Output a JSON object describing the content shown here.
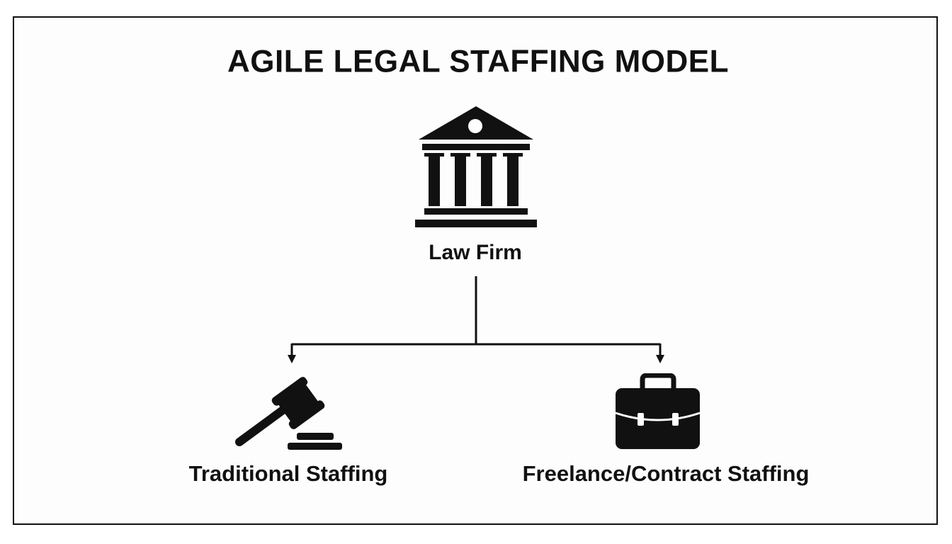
{
  "title": "AGILE LEGAL STAFFING MODEL",
  "nodes": {
    "root": {
      "label": "Law Firm",
      "icon": "bank-building-icon"
    },
    "left": {
      "label": "Traditional Staffing",
      "icon": "gavel-icon"
    },
    "right": {
      "label": "Freelance/Contract Staffing",
      "icon": "briefcase-icon"
    }
  },
  "edges": [
    {
      "from": "root",
      "to": "left"
    },
    {
      "from": "root",
      "to": "right"
    }
  ],
  "colors": {
    "ink": "#111111",
    "background": "#ffffff"
  }
}
